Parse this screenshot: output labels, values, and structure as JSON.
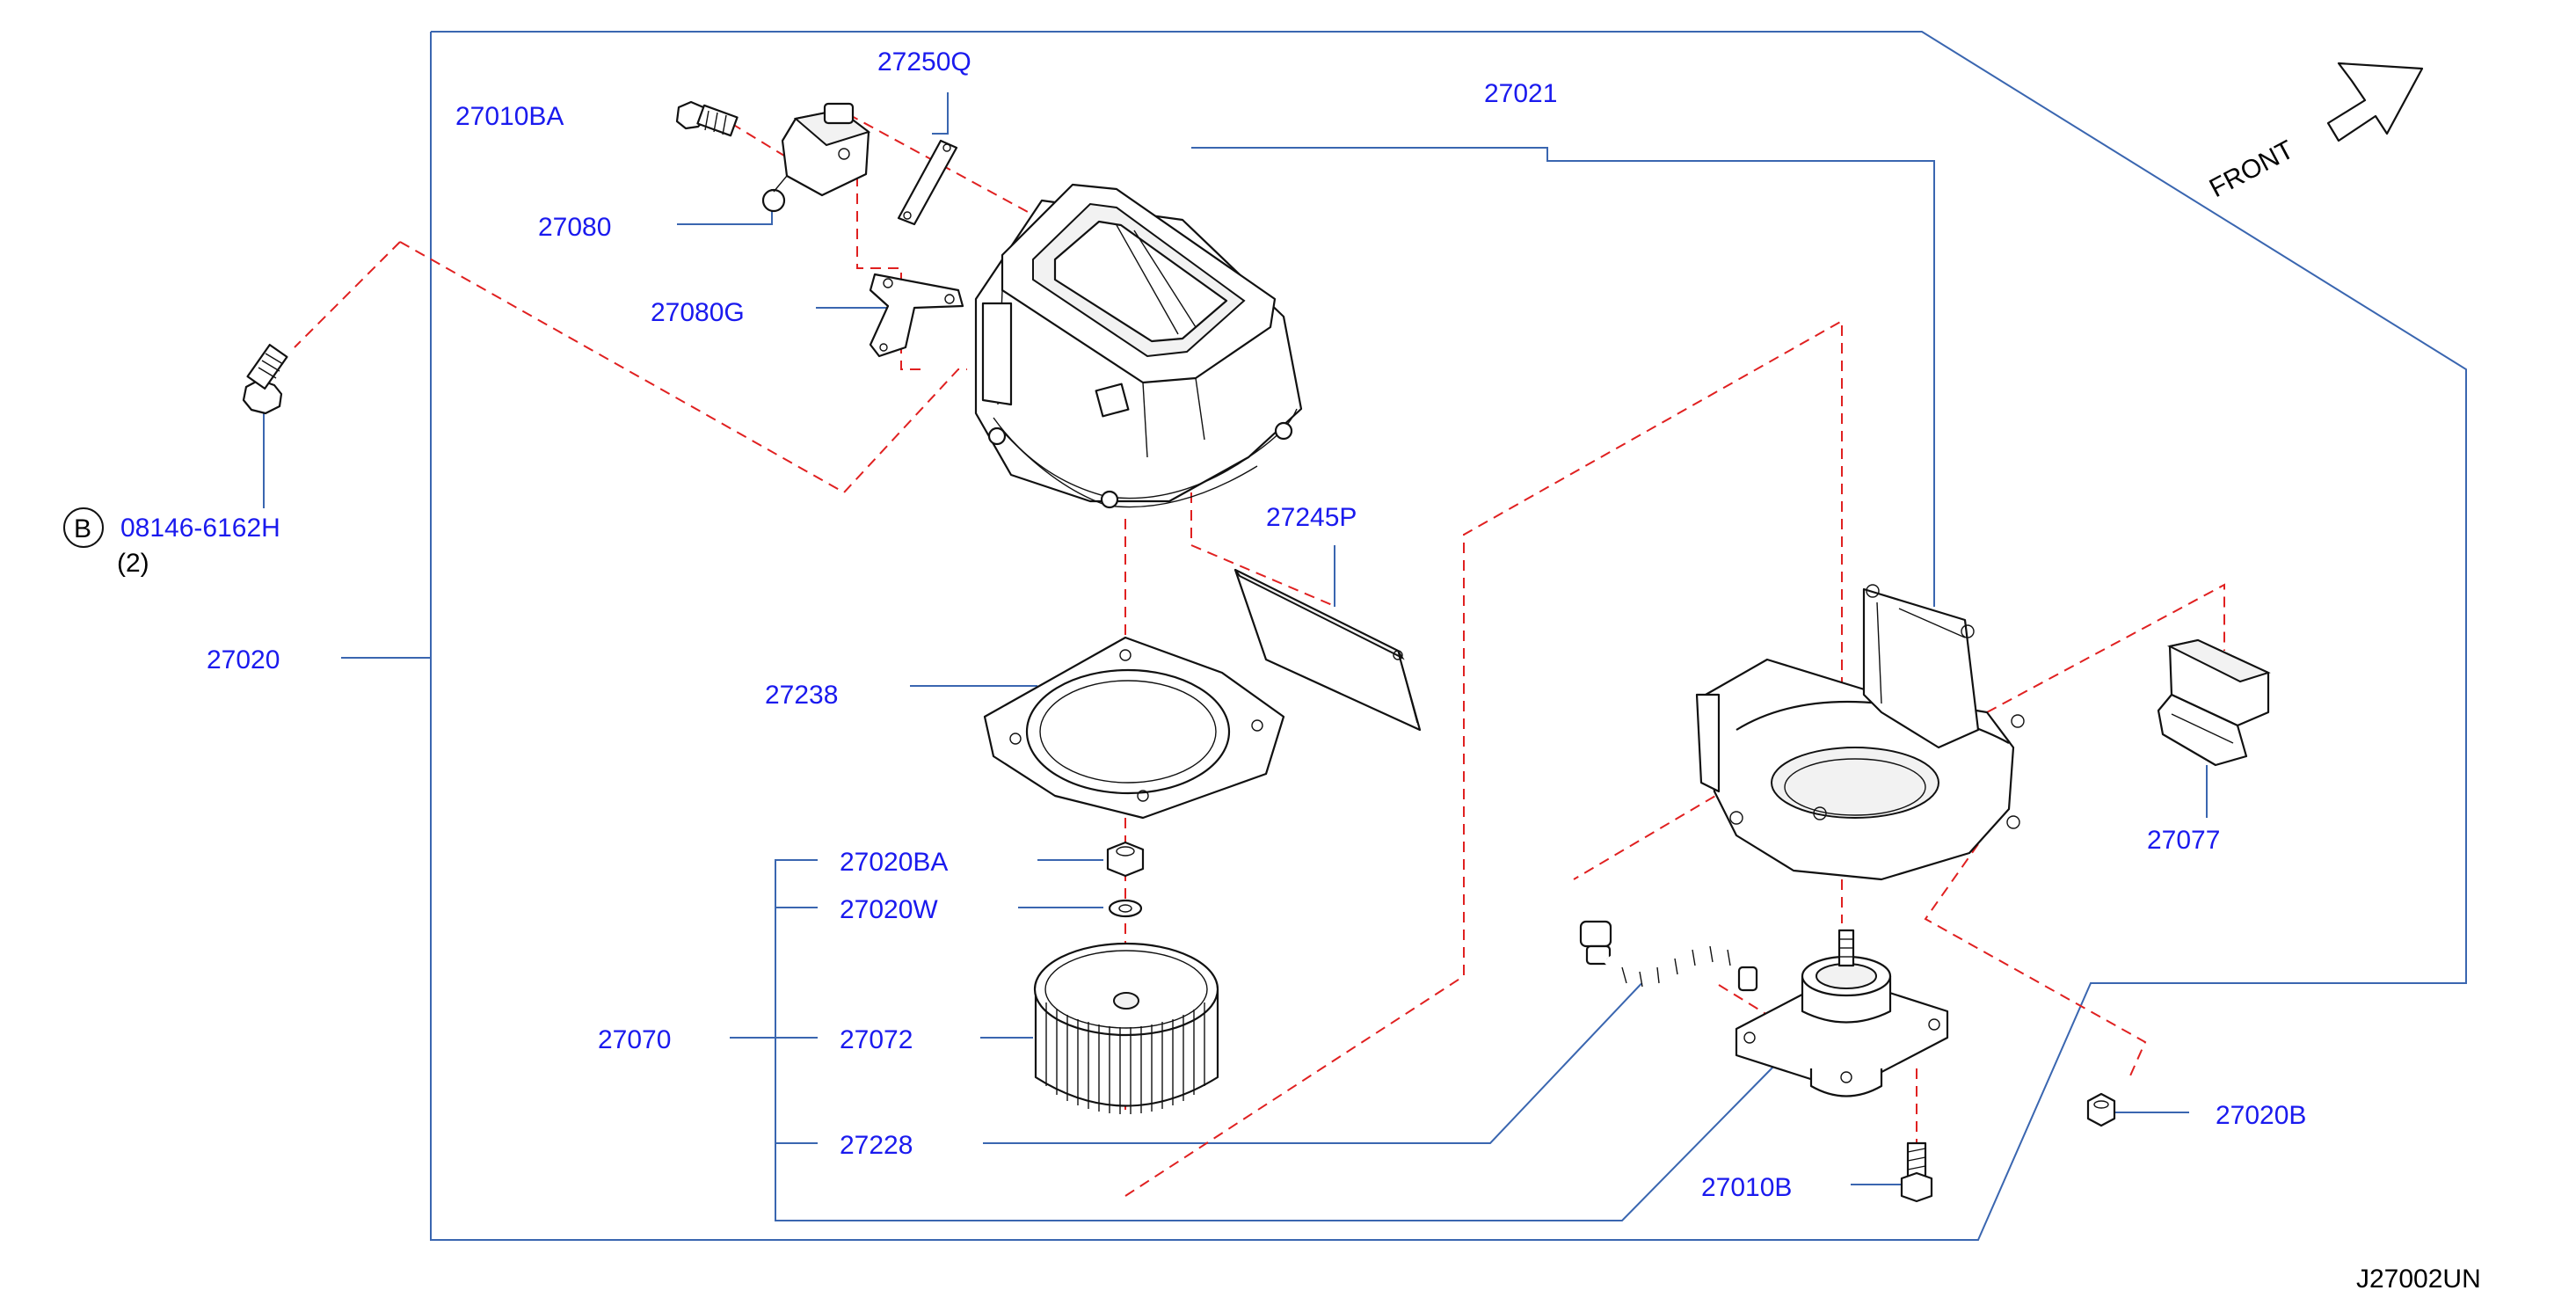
{
  "diagram": {
    "sheet_code": "J27002UN",
    "direction_label": "FRONT",
    "bolt_symbol": "B",
    "quantity_note": "(2)",
    "colors": {
      "callout_text": "#1a1aee",
      "leader_lines": "#3a66b0",
      "hidden_lines": "#e02020",
      "part_outline": "#111111"
    },
    "callouts": {
      "p27010BA": "27010BA",
      "p27250Q": "27250Q",
      "p27021": "27021",
      "p27080": "27080",
      "p27080G": "27080G",
      "p08146": "08146-6162H",
      "p27245P": "27245P",
      "p27020": "27020",
      "p27238": "27238",
      "p27077": "27077",
      "p27020BA": "27020BA",
      "p27020W": "27020W",
      "p27070": "27070",
      "p27072": "27072",
      "p27228": "27228",
      "p27020B": "27020B",
      "p27010B": "27010B"
    }
  }
}
